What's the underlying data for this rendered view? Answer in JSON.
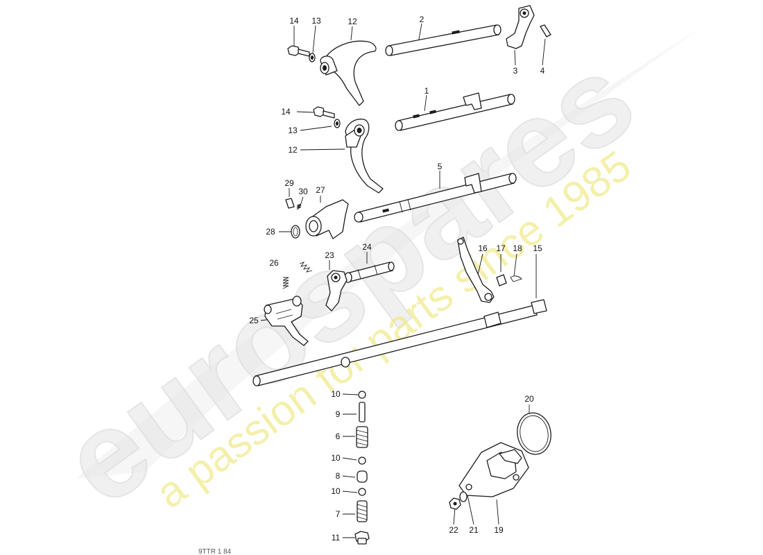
{
  "diagram": {
    "watermark": {
      "logo": "eurospares",
      "tagline": "a passion for parts since 1985",
      "logo_color": "#e4e4e4",
      "tagline_color": "#eee880"
    },
    "footer_code": "9TTR 1 84",
    "callouts": [
      {
        "id": "c14a",
        "text": "14"
      },
      {
        "id": "c13a",
        "text": "13"
      },
      {
        "id": "c12a",
        "text": "12"
      },
      {
        "id": "c2",
        "text": "2"
      },
      {
        "id": "c3",
        "text": "3"
      },
      {
        "id": "c4",
        "text": "4"
      },
      {
        "id": "c1",
        "text": "1"
      },
      {
        "id": "c14b",
        "text": "14"
      },
      {
        "id": "c13b",
        "text": "13"
      },
      {
        "id": "c12b",
        "text": "12"
      },
      {
        "id": "c5",
        "text": "5"
      },
      {
        "id": "c29",
        "text": "29"
      },
      {
        "id": "c30",
        "text": "30"
      },
      {
        "id": "c27",
        "text": "27"
      },
      {
        "id": "c28",
        "text": "28"
      },
      {
        "id": "c24",
        "text": "24"
      },
      {
        "id": "c26",
        "text": "26"
      },
      {
        "id": "c23",
        "text": "23"
      },
      {
        "id": "c16",
        "text": "16"
      },
      {
        "id": "c17",
        "text": "17"
      },
      {
        "id": "c18",
        "text": "18"
      },
      {
        "id": "c15",
        "text": "15"
      },
      {
        "id": "c25",
        "text": "25"
      },
      {
        "id": "c10a",
        "text": "10"
      },
      {
        "id": "c9",
        "text": "9"
      },
      {
        "id": "c6",
        "text": "6"
      },
      {
        "id": "c10b",
        "text": "10"
      },
      {
        "id": "c8",
        "text": "8"
      },
      {
        "id": "c10c",
        "text": "10"
      },
      {
        "id": "c7",
        "text": "7"
      },
      {
        "id": "c11",
        "text": "11"
      },
      {
        "id": "c20",
        "text": "20"
      },
      {
        "id": "c22",
        "text": "22"
      },
      {
        "id": "c21",
        "text": "21"
      },
      {
        "id": "c19",
        "text": "19"
      }
    ]
  }
}
